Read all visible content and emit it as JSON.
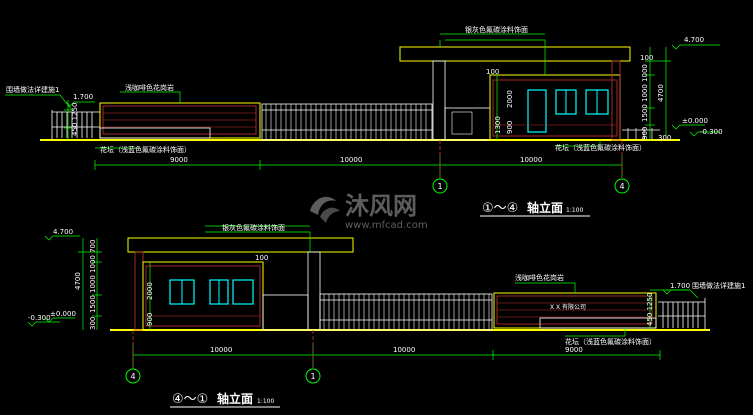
{
  "colors": {
    "background": "#000000",
    "ground": "#ffff00",
    "outline": "#ffffff",
    "facade": "#cc3333",
    "glass": "#00ffff",
    "dimension": "#00ff00",
    "text": "#ffffff",
    "roof": "#ffff00",
    "watermark": "#888888"
  },
  "top": {
    "labels": {
      "wall": "围墙做法详建施1",
      "planter_finish": "浅咖啡色花岗岩",
      "roof_finish": "银灰色氟碳涂料饰面",
      "planter_left": "花坛（浅蓝色氟碳涂料饰面）",
      "planter_right": "花坛（浅蓝色氟碳涂料饰面）"
    },
    "levels": {
      "left_top": "1.700",
      "right_top": "4.700",
      "zero": "±0.000",
      "minus": "-0.300"
    },
    "heights": {
      "left": "450 1250",
      "window": "2000",
      "top_100": "100",
      "bottom_900": "900",
      "h_1300": "1300",
      "right_100": "100",
      "right_1000_1000": "1000 1000",
      "right_1500": "1500",
      "right_4700": "4700",
      "right_900": "900",
      "right_300": "300"
    },
    "spans": [
      "9000",
      "10000",
      "10000"
    ],
    "axis_mid": "1",
    "axis_right": "4",
    "title_prefix": "①～④",
    "title_main": "轴立面",
    "scale": "1:100"
  },
  "bottom": {
    "labels": {
      "roof_finish": "银灰色氟碳涂料饰面",
      "planter_finish": "浅咖啡色花岗岩",
      "wall": "围墙做法详建施1",
      "company": "X X 有限公司",
      "planter": "花坛（浅蓝色氟碳涂料饰面）"
    },
    "levels": {
      "left_top": "4.700",
      "right_top": "1.700",
      "zero": "±0.000",
      "minus": "-0.300"
    },
    "heights": {
      "h_4700": "4700",
      "h_1000_1000": "1000 1000 700",
      "h_1500": "1500",
      "h_2000": "2000",
      "h_900": "900",
      "h_300": "300",
      "h_100": "100",
      "h_1450": "450 1250"
    },
    "spans": [
      "10000",
      "10000",
      "9000"
    ],
    "axis_left": "4",
    "axis_mid": "1",
    "title_prefix": "④～①",
    "title_main": "轴立面",
    "scale": "1:100"
  },
  "watermark": {
    "name": "沐风网",
    "url": "www.mfcad.com"
  }
}
